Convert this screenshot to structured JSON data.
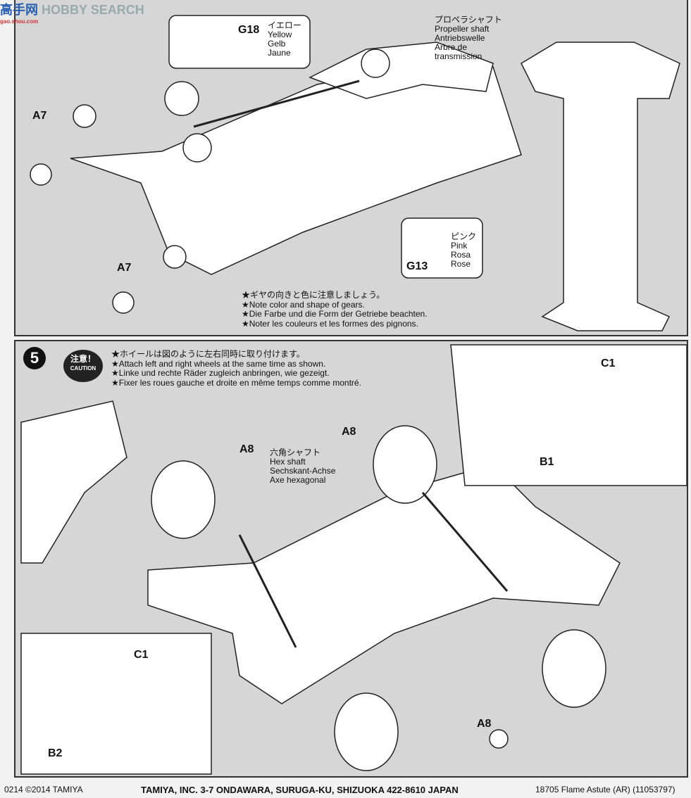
{
  "watermark": {
    "logo_text": "高手网",
    "site": "gao.shou.com",
    "label": "HOBBY SEARCH"
  },
  "step4": {
    "parts": {
      "a7_top": "A7",
      "a7_bottom": "A7",
      "g18": {
        "code": "G18",
        "jp": "イエロー",
        "en": "Yellow",
        "de": "Gelb",
        "fr": "Jaune"
      },
      "g13": {
        "code": "G13",
        "jp": "ピンク",
        "en": "Pink",
        "de": "Rosa",
        "fr": "Rose"
      },
      "propeller": {
        "jp": "プロペラシャフト",
        "en": "Propeller shaft",
        "de": "Antriebswelle",
        "fr1": "Arbre de",
        "fr2": "transmission"
      }
    },
    "notes": [
      "★ギヤの向きと色に注意しましょう。",
      "★Note color and shape of gears.",
      "★Die Farbe und die Form der Getriebe beachten.",
      "★Noter les couleurs et les formes des pignons."
    ]
  },
  "step5": {
    "number": "5",
    "caution": {
      "jp": "注意！",
      "en": "CAUTION"
    },
    "notes": [
      "★ホイールは図のように左右同時に取り付けます。",
      "★Attach left and right wheels at the same time as shown.",
      "★Linke und rechte Räder zugleich anbringen, wie gezeigt.",
      "★Fixer les roues gauche et droite en même temps comme montré."
    ],
    "hex_shaft": {
      "jp": "六角シャフト",
      "en": "Hex shaft",
      "de": "Sechskant-Achse",
      "fr": "Axe hexagonal"
    },
    "labels": {
      "a8_1": "A8",
      "a8_2": "A8",
      "a8_3": "A8",
      "c1_top": "C1",
      "b1": "B1",
      "c1_bottom": "C1",
      "b2": "B2"
    }
  },
  "footer": {
    "left": "0214 ©2014 TAMIYA",
    "center": "TAMIYA, INC.  3-7 ONDAWARA, SURUGA-KU, SHIZUOKA 422-8610 JAPAN",
    "right": "18705  Flame Astute (AR) (11053797)"
  }
}
